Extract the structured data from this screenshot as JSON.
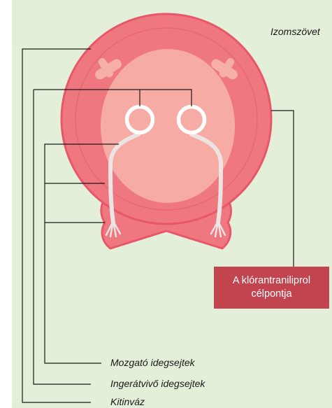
{
  "labels": {
    "muscle_tissue": "Izomszövet",
    "motor_neurons": "Mozgató idegsejtek",
    "sensory_neurons": "Ingerátvivő idegsejtek",
    "exoskeleton": "Kitinváz"
  },
  "target_box": {
    "line1": "A klórantraniliprol",
    "line2": "célpontja"
  },
  "colors": {
    "background": "#e3efd9",
    "body_outer": "#e8566a",
    "body_fill": "#ef7780",
    "muscle": "#f6aba4",
    "nerve": "#ece4e2",
    "target_box": "#c1444f"
  }
}
